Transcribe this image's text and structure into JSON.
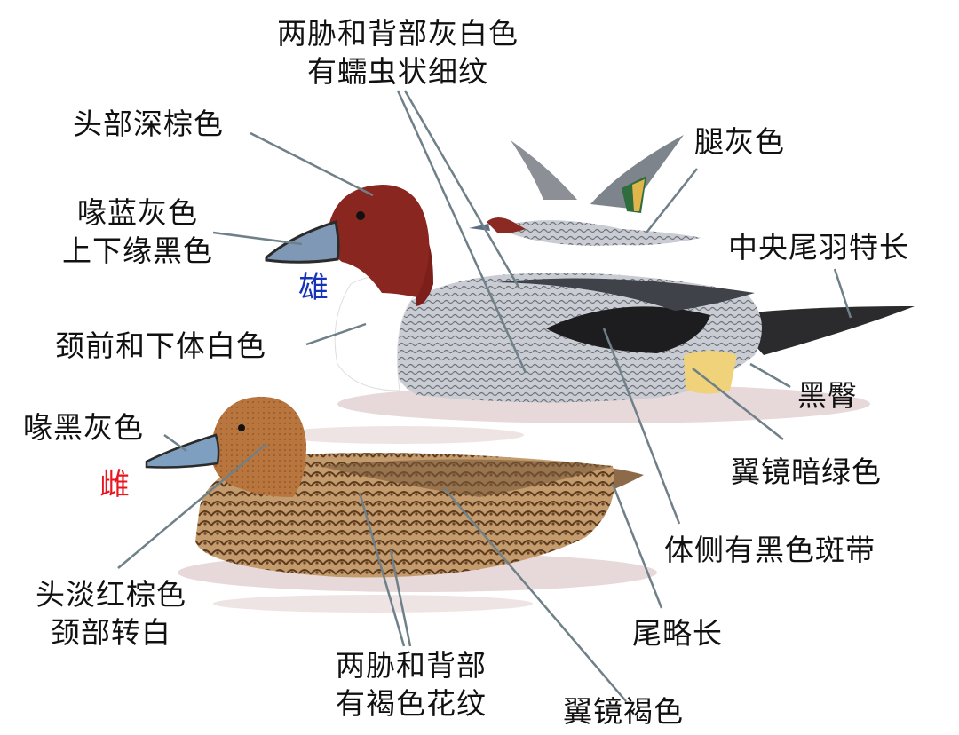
{
  "colors": {
    "male_mark": "#1433b8",
    "female_mark": "#e8141e",
    "leader_line": "#6f8088"
  },
  "labels": {
    "flanks_back_male": [
      "两胁和背部灰白色",
      "有蠕虫状细纹"
    ],
    "head_male": "头部深棕色",
    "leg": "腿灰色",
    "bill_male": [
      "喙蓝灰色",
      "上下缘黑色"
    ],
    "central_tail": "中央尾羽特长",
    "neck_belly_male": "颈前和下体白色",
    "black_rump": "黑臀",
    "bill_female": "喙黑灰色",
    "speculum_male": "翼镜暗绿色",
    "side_band": "体侧有黑色斑带",
    "head_female": [
      "头淡红棕色",
      "颈部转白"
    ],
    "tail_female": "尾略长",
    "flanks_back_female": [
      "两胁和背部",
      "有褐色花纹"
    ],
    "speculum_female": "翼镜褐色"
  },
  "sex_marks": {
    "male": "雄",
    "female": "雌"
  }
}
